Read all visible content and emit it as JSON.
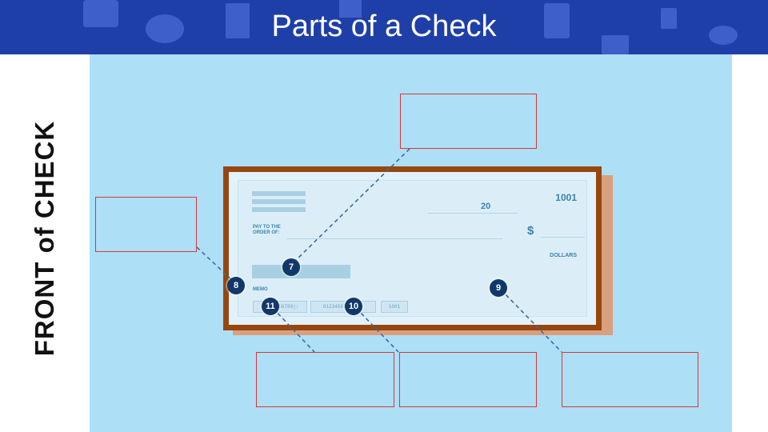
{
  "header": {
    "title": "Parts of a Check"
  },
  "side_label": "FRONT of CHECK",
  "check": {
    "date_prefix": "20",
    "number": "1001",
    "pay_to_line1": "PAY TO THE",
    "pay_to_line2": "ORDER OF:",
    "dollar_sign": "$",
    "dollars_label": "DOLLARS",
    "memo_label": "MEMO",
    "micr_routing": "|:123456789|:",
    "micr_account": "012345678900|:",
    "micr_check": "1001"
  },
  "badges": [
    {
      "number": "7"
    },
    {
      "number": "8"
    },
    {
      "number": "9"
    },
    {
      "number": "10"
    },
    {
      "number": "11"
    }
  ],
  "colors": {
    "header_bg": "#1f3fa8",
    "panel_bg": "#addff7",
    "check_border": "#96470f",
    "badge_bg": "#12386a",
    "box_border": "#d23a3a"
  }
}
